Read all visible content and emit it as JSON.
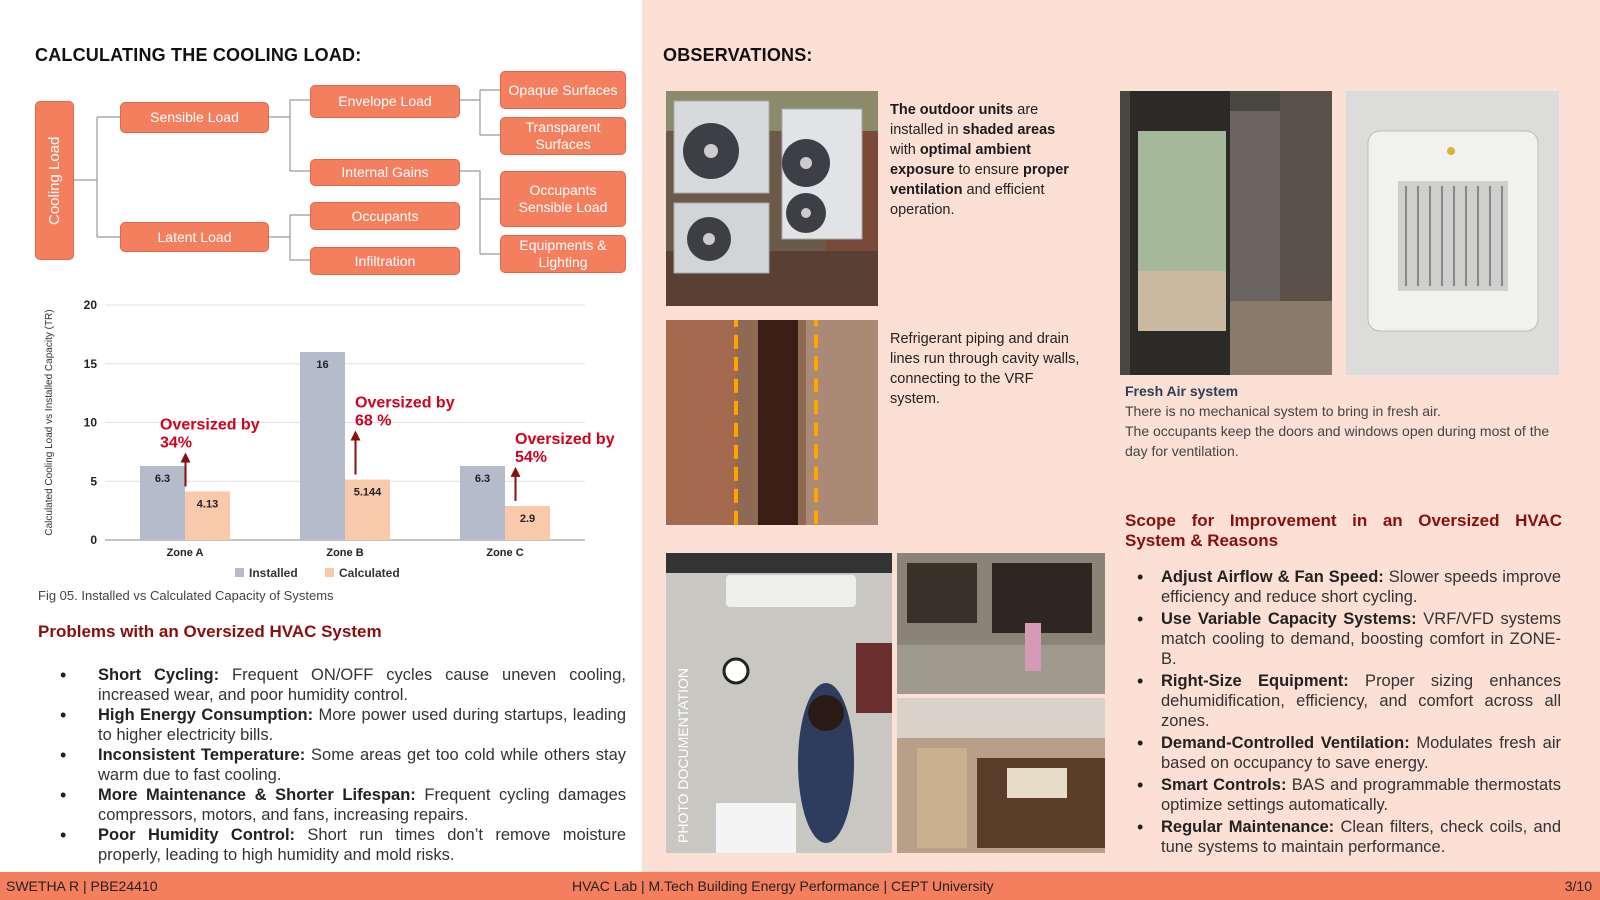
{
  "left": {
    "title": "CALCULATING THE COOLING LOAD:",
    "tree": {
      "root": "Cooling Load",
      "sensible": "Sensible Load",
      "latent": "Latent Load",
      "envelope": "Envelope Load",
      "internal_gains": "Internal Gains",
      "occupants": "Occupants",
      "infiltration": "Infiltration",
      "opaque": "Opaque Surfaces",
      "transparent": "Transparent Surfaces",
      "occ_sensible": "Occupants Sensible Load",
      "equipments": "Equipments & Lighting"
    },
    "fig_caption": "Fig 05. Installed vs Calculated Capacity of Systems",
    "problems_title": "Problems with an Oversized HVAC System",
    "problems": [
      {
        "bold": "Short Cycling:",
        "text": " Frequent ON/OFF cycles cause uneven cooling, increased wear, and poor humidity control."
      },
      {
        "bold": "High Energy Consumption:",
        "text": " More power used during startups, leading to higher electricity bills."
      },
      {
        "bold": "Inconsistent Temperature:",
        "text": " Some areas get too cold while others stay warm due to fast cooling."
      },
      {
        "bold": "More Maintenance & Shorter Lifespan:",
        "text": " Frequent cycling damages compressors, motors, and fans, increasing repairs."
      },
      {
        "bold": "Poor Humidity Control:",
        "text": " Short run times don’t remove moisture properly, leading to high humidity and mold risks."
      }
    ]
  },
  "chart_data": {
    "type": "bar",
    "categories": [
      "Zone A",
      "Zone B",
      "Zone C"
    ],
    "series": [
      {
        "name": "Installed",
        "values": [
          6.3,
          16,
          6.3
        ],
        "color": "#b4bccb"
      },
      {
        "name": "Calculated",
        "values": [
          4.13,
          5.144,
          2.9
        ],
        "color": "#f9c9ab"
      }
    ],
    "value_labels": [
      [
        "6.3",
        "16",
        "6.3"
      ],
      [
        "4.13",
        "5.144",
        "2.9"
      ]
    ],
    "ylabel": "Calculated Cooling Load vs Installed Capacity (TR)",
    "yticks": [
      0,
      5,
      10,
      15,
      20
    ],
    "ylim": [
      0,
      20
    ],
    "legend_position": "bottom",
    "grid": true,
    "annotations": [
      {
        "line1": "Oversized by",
        "line2": "34%"
      },
      {
        "line1": "Oversized by",
        "line2": "68 %"
      },
      {
        "line1": "Oversized by",
        "line2": "54%"
      }
    ],
    "annotation_color": "#d0021b"
  },
  "right": {
    "title": "OBSERVATIONS:",
    "outdoor_text": [
      {
        "t": "The outdoor units",
        "b": true
      },
      {
        "t": " are installed in ",
        "b": false
      },
      {
        "t": "shaded areas",
        "b": true
      },
      {
        "t": " with ",
        "b": false
      },
      {
        "t": "optimal ambient exposure",
        "b": true
      },
      {
        "t": " to ensure ",
        "b": false
      },
      {
        "t": "proper ventilation",
        "b": true
      },
      {
        "t": " and efficient operation.",
        "b": false
      }
    ],
    "piping_text": "Refrigerant piping and drain lines run through cavity walls, connecting to the VRF system.",
    "photo_label": "PHOTO DOCUMENTATION",
    "fresh_title": "Fresh Air system",
    "fresh_line1": "There is no mechanical system to bring in fresh air.",
    "fresh_line2": "The occupants keep the doors and windows open during most of the day for ventilation.",
    "scope_title": "Scope for Improvement in an Oversized HVAC System & Reasons",
    "scope": [
      {
        "bold": "Adjust Airflow & Fan Speed:",
        "text": " Slower speeds improve efficiency and reduce short cycling."
      },
      {
        "bold": "Use Variable Capacity Systems:",
        "text": " VRF/VFD systems match cooling to demand, boosting comfort in ZONE-B."
      },
      {
        "bold": "Right-Size Equipment:",
        "text": " Proper sizing enhances dehumidification, efficiency, and comfort across all zones."
      },
      {
        "bold": "Demand-Controlled Ventilation:",
        "text": " Modulates fresh air based on occupancy to save energy."
      },
      {
        "bold": "Smart Controls:",
        "text": " BAS and programmable thermostats optimize settings automatically."
      },
      {
        "bold": "Regular Maintenance:",
        "text": " Clean filters, check coils, and tune systems to maintain performance."
      }
    ]
  },
  "footer": {
    "left": "SWETHA R | PBE24410",
    "center": "HVAC Lab | M.Tech Building Energy Performance  | CEPT University",
    "right": "3/10"
  },
  "colors": {
    "accent": "#f47f5e",
    "right_bg": "#fcdfd5",
    "dark_red": "#8b0e0e"
  }
}
